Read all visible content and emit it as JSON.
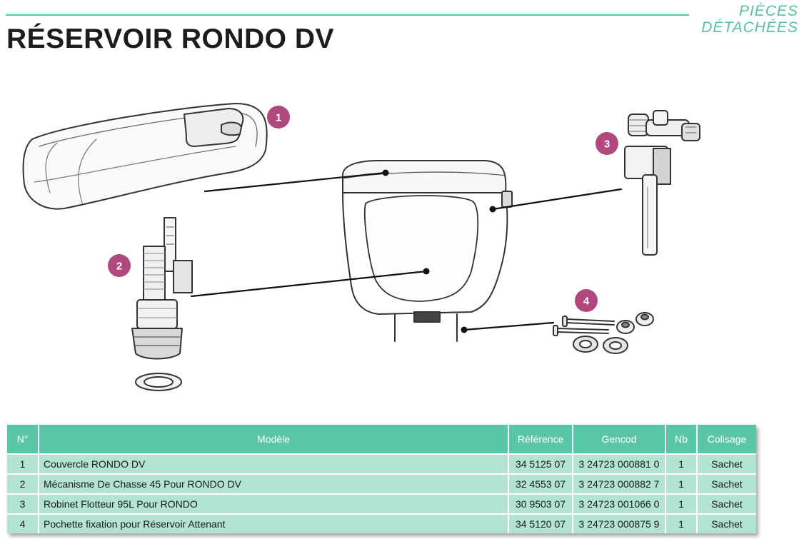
{
  "header": {
    "title": "RÉSERVOIR RONDO DV",
    "section_line1": "PIÈCES",
    "section_line2": "DÉTACHÉES"
  },
  "illustration": {
    "callouts": [
      "1",
      "2",
      "3",
      "4"
    ],
    "accent_color": "#b0487e"
  },
  "table": {
    "columns": [
      "N°",
      "Modèle",
      "Référence",
      "Gencod",
      "Nb",
      "Colisage"
    ],
    "rows": [
      {
        "n": "1",
        "model": "Couvercle RONDO DV",
        "ref": "34 5125 07",
        "gencod": "3 24723 000881 0",
        "nb": "1",
        "colisage": "Sachet"
      },
      {
        "n": "2",
        "model": "Mécanisme De Chasse 45 Pour RONDO DV",
        "ref": "32 4553 07",
        "gencod": "3 24723 000882 7",
        "nb": "1",
        "colisage": "Sachet"
      },
      {
        "n": "3",
        "model": "Robinet Flotteur 95L Pour RONDO",
        "ref": "30 9503 07",
        "gencod": "3 24723 001066 0",
        "nb": "1",
        "colisage": "Sachet"
      },
      {
        "n": "4",
        "model": "Pochette fixation pour Réservoir Attenant",
        "ref": "34 5120 07",
        "gencod": "3 24723 000875 9",
        "nb": "1",
        "colisage": "Sachet"
      }
    ]
  },
  "colors": {
    "accent_green": "#5bbf9e",
    "header_green": "#5bc5a8",
    "row_green": "#b2e3d3",
    "badge_purple": "#b0487e"
  }
}
